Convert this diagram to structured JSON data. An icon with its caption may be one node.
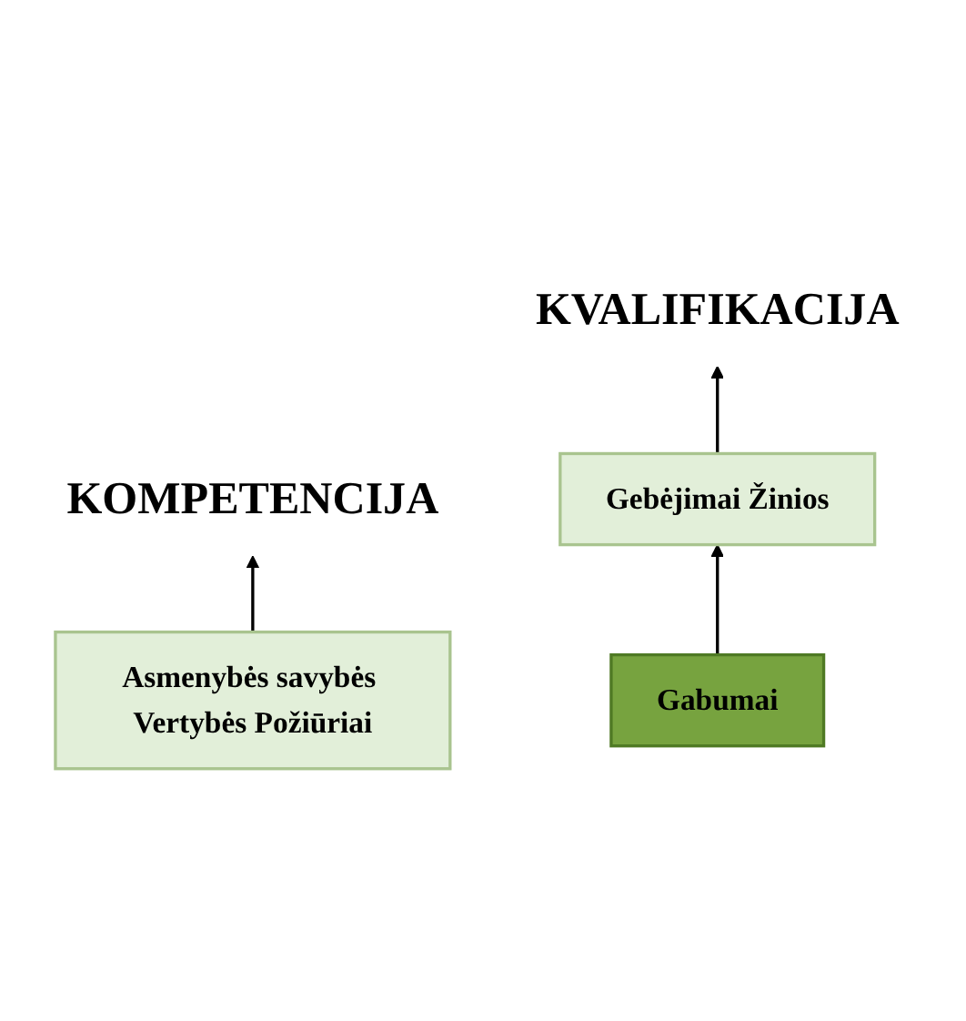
{
  "diagram": {
    "nodes": [
      {
        "text": [
          "KOMPETENCIJA"
        ]
      },
      {
        "text": [
          "Asmenybės savybės Vertybės Požiūriai"
        ]
      },
      {
        "text": [
          "KVALIFIKACIJA"
        ]
      },
      {
        "text": [
          "Gebėjimai Žinios"
        ]
      },
      {
        "text": [
          "Gabumai"
        ]
      }
    ],
    "edges": [
      {
        "from": 1,
        "to": 0,
        "arrow": "to"
      },
      {
        "from": 3,
        "to": 2,
        "arrow": "to"
      },
      {
        "from": 4,
        "to": 3,
        "arrow": "to"
      }
    ]
  }
}
